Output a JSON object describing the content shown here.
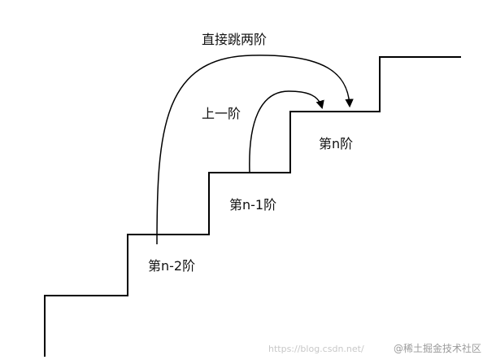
{
  "labels": {
    "jump_two": "直接跳两阶",
    "up_one": "上一阶",
    "step_n": "第n阶",
    "step_n_minus_1": "第n-1阶",
    "step_n_minus_2": "第n-2阶"
  },
  "watermark": {
    "url": "https://blog.csdn.net/",
    "brand": "@稀土掘金技术社区"
  },
  "colors": {
    "line": "#000000",
    "text": "#111111"
  }
}
